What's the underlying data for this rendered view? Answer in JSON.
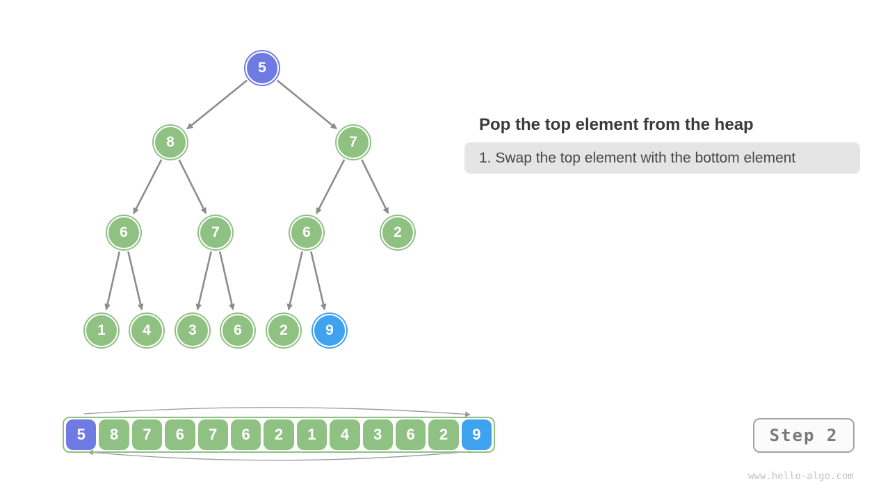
{
  "heading": {
    "title": "Pop the top element from the heap",
    "note": "1. Swap the top element with the bottom element"
  },
  "heap": {
    "values": [
      5,
      8,
      7,
      6,
      7,
      6,
      2,
      1,
      4,
      3,
      6,
      2,
      9
    ],
    "variants": [
      "purple",
      "green",
      "green",
      "green",
      "green",
      "green",
      "green",
      "green",
      "green",
      "green",
      "green",
      "green",
      "blue"
    ]
  },
  "palette": {
    "purple": "#6d7be3",
    "green": "#8fc183",
    "blue": "#3fa2ee",
    "edge_gray": "#8c8c8c",
    "swap_arc_gray": "#999999",
    "note_bg": "#e5e5e5",
    "title_text": "#3a3a3a"
  },
  "step_badge": {
    "label": "Step 2"
  },
  "watermark": {
    "text": "www.hello-algo.com"
  }
}
